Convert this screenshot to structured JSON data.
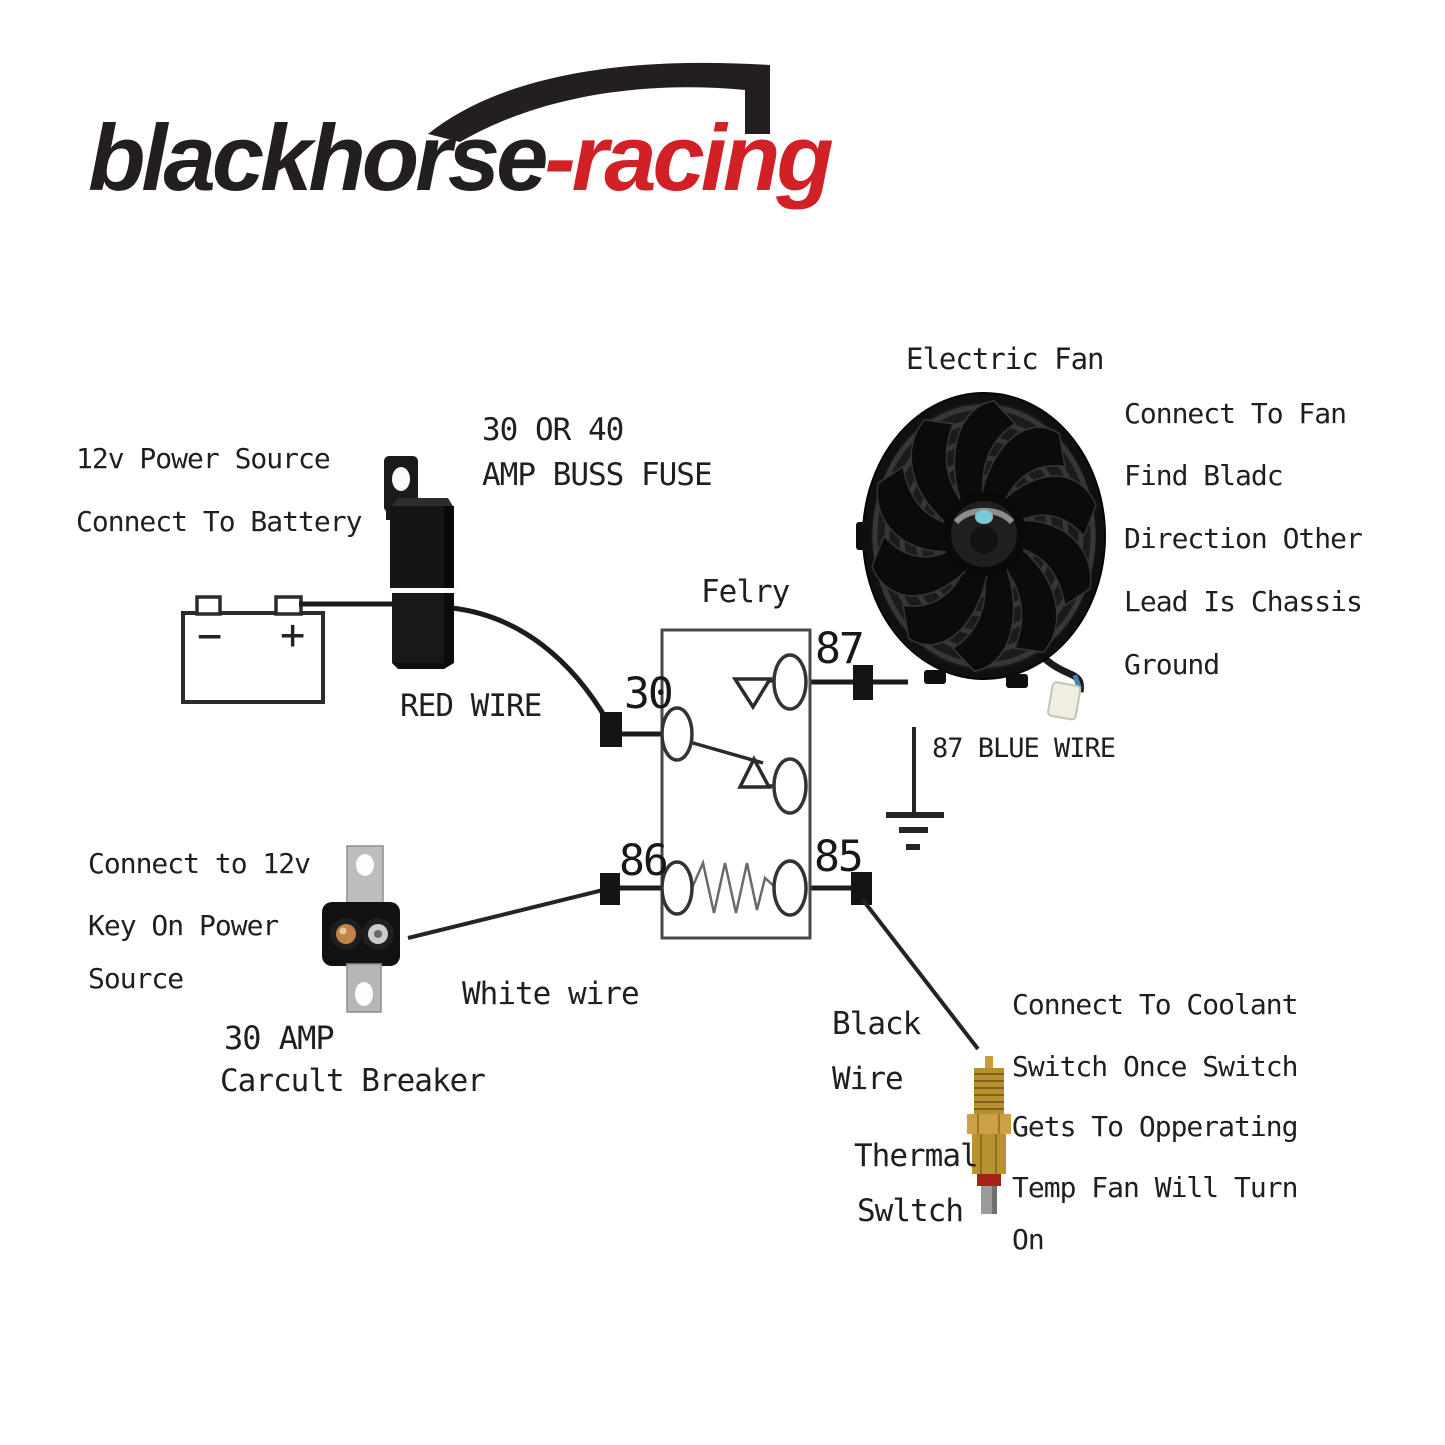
{
  "logo": {
    "black": "blackhorse",
    "red": "-racing",
    "black_color": "#231f20",
    "red_color": "#d22027"
  },
  "battery": {
    "note": [
      "12v Power Source",
      "Connect To Battery"
    ],
    "minus": "−",
    "plus": "+"
  },
  "fuse": {
    "note": [
      "30 OR 40",
      "AMP BUSS FUSE"
    ]
  },
  "relay": {
    "title": "Felry",
    "terminals": {
      "t30": "30",
      "t87": "87",
      "t86": "86",
      "t85": "85"
    }
  },
  "fan": {
    "title": "Electric Fan",
    "note": [
      "Connect To Fan",
      "Find Bladc",
      "Direction Other",
      "Lead Is Chassis",
      "Ground"
    ]
  },
  "wires": {
    "red": "RED WIRE",
    "blue": "87 BLUE WIRE",
    "white": "White wire",
    "black": [
      "Black",
      "Wire"
    ]
  },
  "key_power": {
    "note": [
      "Connect to 12v",
      "Key On Power",
      "Source"
    ]
  },
  "breaker": {
    "label": [
      "30 AMP",
      "Carcult Breaker"
    ]
  },
  "thermal_switch": {
    "label": [
      "Thermal",
      "Swltch"
    ]
  },
  "coolant": {
    "note": [
      "Connect To Coolant",
      "Switch Once Switch",
      "Gets To Opperating",
      "Temp Fan Will Turn",
      "On"
    ]
  }
}
